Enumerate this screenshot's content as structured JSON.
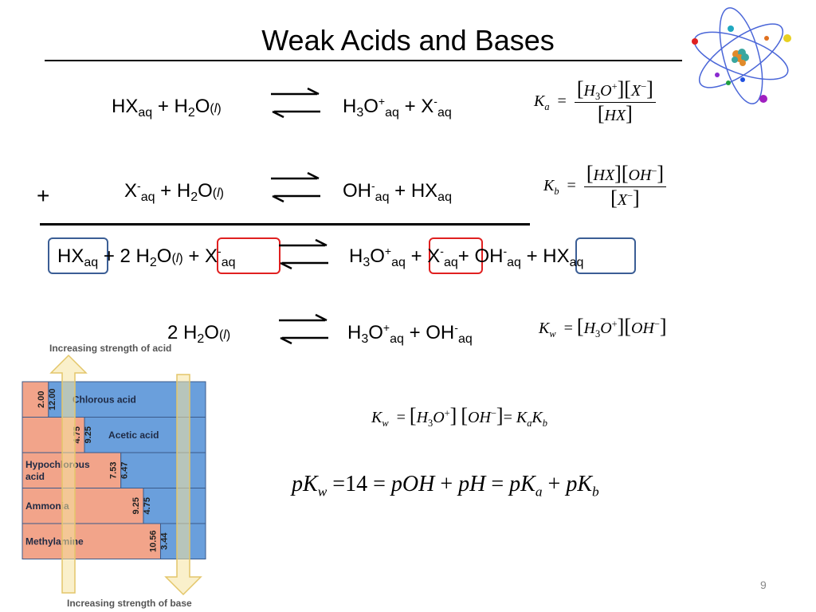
{
  "slide": {
    "title": "Weak Acids and Bases",
    "page_number": "9"
  },
  "eq1": {
    "species": [
      "HX",
      "aq",
      "H",
      "2",
      "O",
      "l",
      "H",
      "3",
      "O",
      "+",
      "aq",
      "X",
      "-",
      "aq"
    ],
    "plus": "+"
  },
  "eq2": {
    "species": [
      "X",
      "-",
      "aq",
      "H",
      "2",
      "O",
      "l",
      "OH",
      "-",
      "aq",
      "HX",
      "aq"
    ],
    "plus": "+"
  },
  "eq3": {
    "species": [
      "HX",
      "aq",
      "2 H",
      "2",
      "O",
      "l",
      "X",
      "-",
      "aq",
      "H",
      "3",
      "O",
      "+",
      "aq",
      "X",
      "-",
      "aq",
      "OH",
      "-",
      "aq",
      "HX",
      "aq"
    ],
    "plus": "+"
  },
  "eq4": {
    "species": [
      "2 H",
      "2",
      "O",
      "l",
      "H",
      "3",
      "O",
      "+",
      "aq",
      "OH",
      "-",
      "aq"
    ],
    "plus": "+"
  },
  "equilibria": {
    "ka": {
      "lhs": "K",
      "sub": "a",
      "num": [
        "H",
        "3",
        "O",
        "+",
        "X",
        "−"
      ],
      "den": "HX"
    },
    "kb": {
      "lhs": "K",
      "sub": "b",
      "num": [
        "HX",
        "OH",
        "−"
      ],
      "den": [
        "X",
        "−"
      ]
    },
    "kw": {
      "lhs": "K",
      "sub": "w",
      "rhs": [
        "H",
        "3",
        "O",
        "+",
        "OH",
        "−"
      ]
    },
    "kw_product": {
      "lhs": "K",
      "sub": "w",
      "rhs": [
        "H",
        "3",
        "O",
        "+",
        "OH",
        "−",
        "K",
        "a",
        "K",
        "b"
      ]
    },
    "pkw": {
      "text": [
        "pK",
        "w",
        "14",
        "pOH",
        "pH",
        "pK",
        "a",
        "pK",
        "b"
      ],
      "ops": [
        "=",
        "=",
        "+",
        "=",
        "+"
      ]
    }
  },
  "strength_figure": {
    "top_label": "Increasing strength of acid",
    "bottom_label": "Increasing strength of base",
    "acid_color": "#6a9fdc",
    "base_color": "#f2a48a",
    "arrow_color": "#f6e4a0",
    "rows": [
      {
        "name": "Chlorous acid",
        "pKa": "2.00",
        "pKb": "12.00",
        "pKa_value": 2.0
      },
      {
        "name": "Acetic acid",
        "pKa": "4.75",
        "pKb": "9.25",
        "pKa_value": 4.75
      },
      {
        "name": "Hypochlorous acid",
        "pKa": "7.53",
        "pKb": "6.47",
        "pKa_value": 7.53
      },
      {
        "name": "Ammonia",
        "pKa": "9.25",
        "pKb": "4.75",
        "pKa_value": 9.25
      },
      {
        "name": "Methylamine",
        "pKa": "10.56",
        "pKb": "3.44",
        "pKa_value": 10.56
      }
    ]
  }
}
